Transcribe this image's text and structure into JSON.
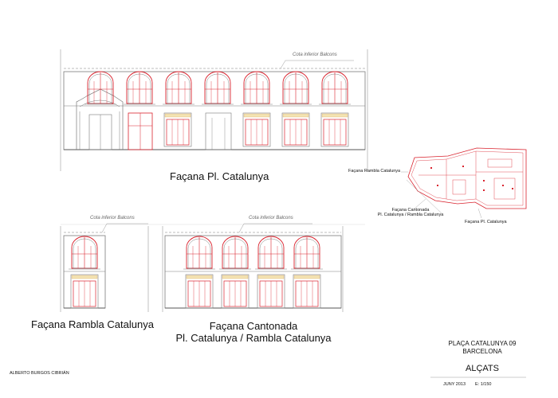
{
  "labels": {
    "balcony_note": "Cota inferior Balcons",
    "facade_plaza": "Façana Pl. Catalunya",
    "facade_rambla": "Façana Rambla Catalunya",
    "facade_corner_line1": "Façana Cantonada",
    "facade_corner_line2": "Pl. Catalunya / Rambla Catalunya"
  },
  "key_plan": {
    "label_rambla": "Façana Rambla Catalunya",
    "label_corner_line1": "Façana Cantonada",
    "label_corner_line2": "Pl. Catalunya / Rambla Catalunya",
    "label_plaza": "Façana Pl. Catalunya"
  },
  "title_block": {
    "project": "PLAÇA CATALUNYA 09",
    "city": "BARCELONA",
    "sheet_title": "ALÇATS",
    "author": "ALBERTO BURGOS CIBRIÁN",
    "date": "JUNY 2013",
    "scale": "E: 1/150"
  },
  "colors": {
    "linework": "#7a7a7a",
    "highlight": "#d9232e",
    "accent_fill": "#f3e3b3",
    "text": "#111111"
  }
}
